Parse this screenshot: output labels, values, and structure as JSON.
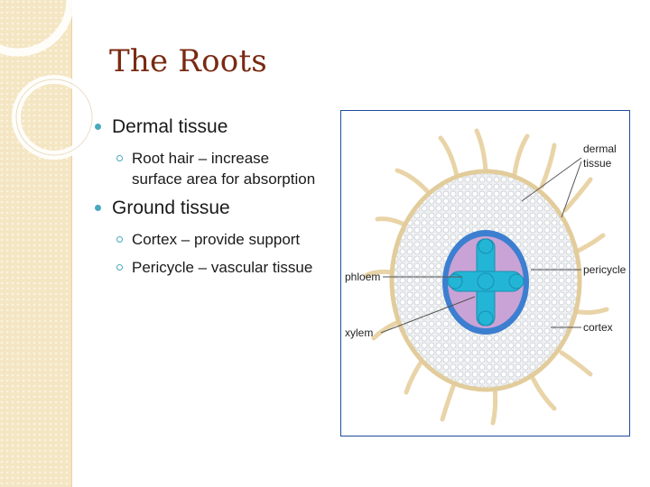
{
  "slide": {
    "title": "The Roots",
    "bullets": [
      {
        "text": "Dermal tissue",
        "sub": [
          "Root hair – increase surface area for absorption"
        ]
      },
      {
        "text": "Ground tissue",
        "sub": [
          "Cortex – provide support",
          "Pericycle – vascular tissue"
        ]
      }
    ]
  },
  "diagram": {
    "labels": {
      "dermal_line1": "dermal",
      "dermal_line2": "tissue",
      "pericycle": "pericycle",
      "cortex": "cortex",
      "phloem": "phloem",
      "xylem": "xylem"
    }
  },
  "colors": {
    "title": "#7a2a12",
    "bullet": "#4aa9bd",
    "border": "#1f4c9c",
    "root_hair": "#e9d4a8",
    "vascular_blue": "#3c7fd0",
    "xylem_cyan": "#22b5d6",
    "phloem_pink": "#c9a3d6"
  }
}
